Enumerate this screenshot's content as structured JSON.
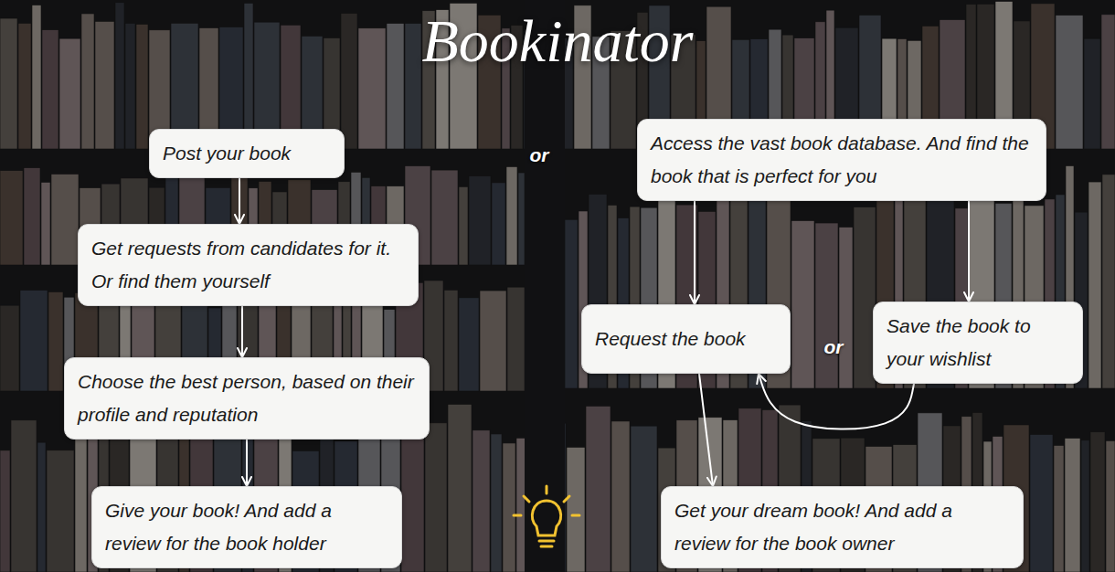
{
  "diagram": {
    "title": "Bookinator",
    "nodes": [
      {
        "text": [
          "Post your book"
        ]
      },
      {
        "text": [
          "Get requests from candidates for it. Or find them yourself"
        ]
      },
      {
        "text": [
          "Choose the best person, based on their profile and reputation"
        ]
      },
      {
        "text": [
          "Give your book! And add a review for the book holder"
        ]
      },
      {
        "text": [
          "Access the vast book database. And find the book that is perfect for you"
        ]
      },
      {
        "text": [
          "Request the book"
        ]
      },
      {
        "text": [
          "Save the book to your wishlist"
        ]
      },
      {
        "text": [
          "Get your dream book! And add a review for the book owner"
        ]
      }
    ],
    "edges": [
      {
        "from": 0,
        "to": 1,
        "arrow": "to"
      },
      {
        "from": 1,
        "to": 2,
        "arrow": "to"
      },
      {
        "from": 2,
        "to": 3,
        "arrow": "to"
      },
      {
        "from": 4,
        "to": 5,
        "arrow": "to"
      },
      {
        "from": 4,
        "to": 6,
        "arrow": "to"
      },
      {
        "from": 6,
        "to": 5,
        "arrow": "to"
      },
      {
        "from": 5,
        "to": 7,
        "arrow": "to"
      }
    ],
    "labels": [
      "or",
      "or"
    ]
  }
}
